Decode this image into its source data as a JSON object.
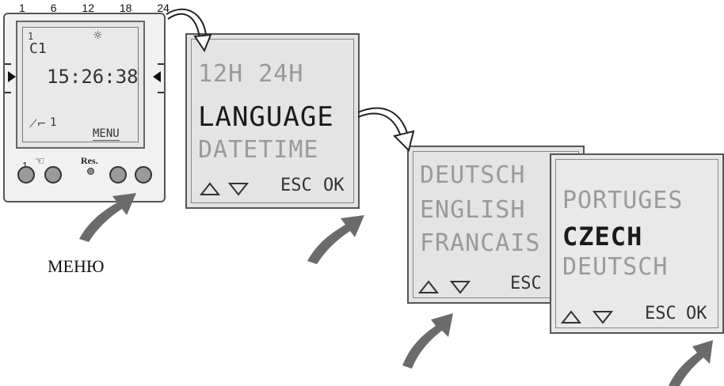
{
  "device": {
    "scale": [
      "1",
      "6",
      "12",
      "18",
      "24"
    ],
    "program": "1",
    "channel": "C1",
    "time": "15:26:38",
    "switch_count": "1",
    "menu": "MENU",
    "button_label_1": "1",
    "reset_label": "Res."
  },
  "panel_format": {
    "line1": "12H 24H",
    "line2": "LANGUAGE",
    "line3": "DATETIME",
    "esc": "ESC",
    "ok": "OK"
  },
  "panel_languages": {
    "line1": "DEUTSCH",
    "line2": "ENGLISH",
    "line3": "FRANCAIS",
    "esc": "ESC"
  },
  "panel_select": {
    "line1": "PORTUGES",
    "line2": "CZECH",
    "line3": "DEUTSCH",
    "esc": "ESC",
    "ok": "OK"
  },
  "caption": "МЕНЮ",
  "colors": {
    "arrow": "#6b6b6b",
    "lcd": "#e4e4e4",
    "dim_text": "#9a9a9a",
    "bright_text": "#1a1a1a"
  }
}
